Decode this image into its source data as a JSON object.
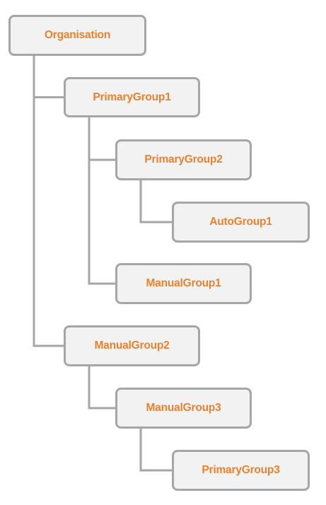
{
  "colors": {
    "label": "#e8822e",
    "box_fill": "#f2f2f2",
    "box_border": "#a6a6a6",
    "connector": "#a6a6a6"
  },
  "nodes": [
    {
      "id": "organisation",
      "label": "Organisation",
      "parent": null
    },
    {
      "id": "primarygroup1",
      "label": "PrimaryGroup1",
      "parent": "organisation"
    },
    {
      "id": "primarygroup2",
      "label": "PrimaryGroup2",
      "parent": "primarygroup1"
    },
    {
      "id": "autogroup1",
      "label": "AutoGroup1",
      "parent": "primarygroup2"
    },
    {
      "id": "manualgroup1",
      "label": "ManualGroup1",
      "parent": "primarygroup1"
    },
    {
      "id": "manualgroup2",
      "label": "ManualGroup2",
      "parent": "organisation"
    },
    {
      "id": "manualgroup3",
      "label": "ManualGroup3",
      "parent": "manualgroup2"
    },
    {
      "id": "primarygroup3",
      "label": "PrimaryGroup3",
      "parent": "manualgroup3"
    }
  ]
}
